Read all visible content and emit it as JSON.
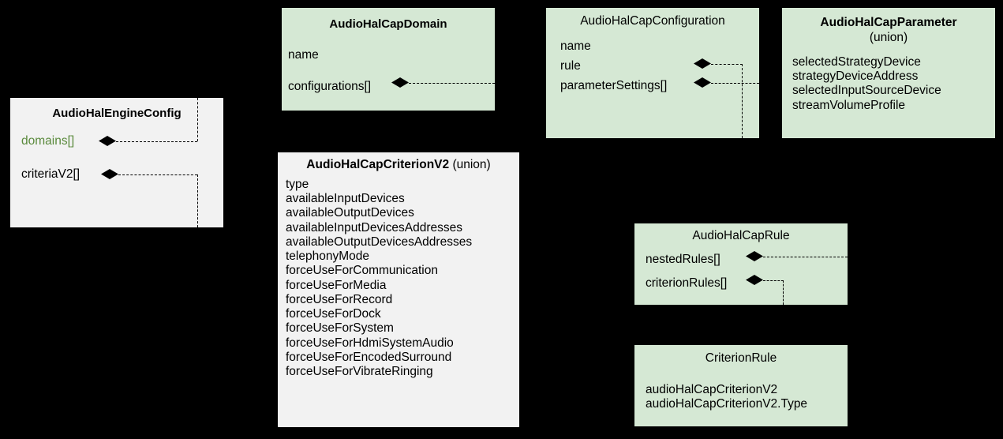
{
  "diagram": {
    "title_note": "AIDL audio HAL capability configuration class diagram",
    "background_color": "#000000",
    "green_fill": "#d5e8d4",
    "gray_fill": "#f2f2f2",
    "highlight_text_color": "#5a8a3c"
  },
  "boxes": {
    "engine_config": {
      "title": "AudioHalEngineConfig",
      "fill": "#f2f2f2",
      "attributes": [
        {
          "label": "domains[]",
          "highlighted": true,
          "has_composition": true
        },
        {
          "label": "criteriaV2[]",
          "highlighted": false,
          "has_composition": true
        }
      ]
    },
    "cap_domain": {
      "title": "AudioHalCapDomain",
      "fill": "#d5e8d4",
      "attributes": [
        {
          "label": "name",
          "has_composition": false
        },
        {
          "label": "configurations[]",
          "has_composition": true
        }
      ]
    },
    "cap_configuration": {
      "title": "AudioHalCapConfiguration",
      "fill": "#d5e8d4",
      "attributes": [
        {
          "label": "name",
          "has_composition": false
        },
        {
          "label": "rule",
          "has_composition": true
        },
        {
          "label": "parameterSettings[]",
          "has_composition": true
        }
      ]
    },
    "cap_parameter": {
      "title": "AudioHalCapParameter",
      "subtitle": "(union)",
      "fill": "#d5e8d4",
      "attributes": [
        "selectedStrategyDevice",
        "strategyDeviceAddress",
        "selectedInputSourceDevice",
        "streamVolumeProfile"
      ]
    },
    "cap_criterion_v2": {
      "title": "AudioHalCapCriterionV2",
      "title_suffix": "(union)",
      "fill": "#f2f2f2",
      "attributes": [
        "type",
        "availableInputDevices",
        "availableOutputDevices",
        "availableInputDevicesAddresses",
        "availableOutputDevicesAddresses",
        "telephonyMode",
        "forceUseForCommunication",
        "forceUseForMedia",
        "forceUseForRecord",
        "forceUseForDock",
        "forceUseForSystem",
        "forceUseForHdmiSystemAudio",
        "forceUseForEncodedSurround",
        "forceUseForVibrateRinging"
      ]
    },
    "cap_rule": {
      "title": "AudioHalCapRule",
      "fill": "#d5e8d4",
      "attributes": [
        {
          "label": "nestedRules[]",
          "has_composition": true
        },
        {
          "label": "criterionRules[]",
          "has_composition": true
        }
      ]
    },
    "criterion_rule": {
      "title": "CriterionRule",
      "fill": "#d5e8d4",
      "attributes": [
        "audioHalCapCriterionV2",
        "audioHalCapCriterionV2.Type"
      ]
    }
  }
}
